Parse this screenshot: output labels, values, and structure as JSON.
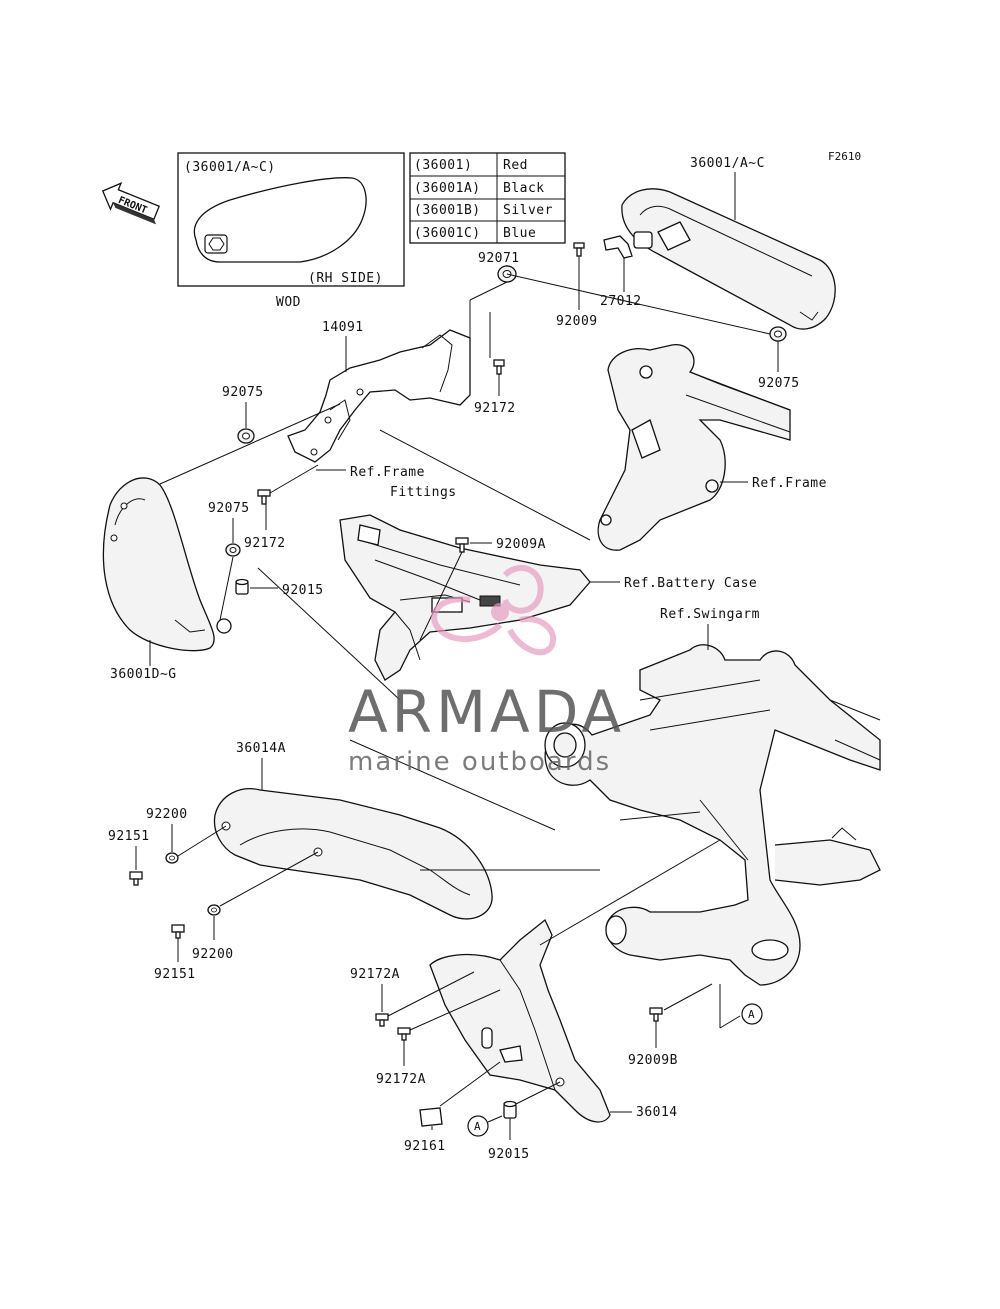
{
  "figure_code": "F2610",
  "front_arrow_label": "FRONT",
  "inset": {
    "part_ref": "(36001/A~C)",
    "side_note": "(RH SIDE)",
    "caption": "WOD"
  },
  "color_table": [
    {
      "code": "(36001)",
      "color": "Red"
    },
    {
      "code": "(36001A)",
      "color": "Black"
    },
    {
      "code": "(36001B)",
      "color": "Silver"
    },
    {
      "code": "(36001C)",
      "color": "Blue"
    }
  ],
  "labels": {
    "p36001_ac": "36001/A~C",
    "p92071": "92071",
    "p27012": "27012",
    "p92009": "92009",
    "p92075_right": "92075",
    "p14091": "14091",
    "p92075_left": "92075",
    "p92172_upper": "92172",
    "ref_frame_fittings_1": "Ref.Frame",
    "ref_frame_fittings_2": "Fittings",
    "ref_frame": "Ref.Frame",
    "p92075_lower": "92075",
    "p92172_lower": "92172",
    "p92009a": "92009A",
    "ref_battery_case": "Ref.Battery Case",
    "p92015_upper": "92015",
    "ref_swingarm": "Ref.Swingarm",
    "p36001_dg": "36001D~G",
    "p36014a": "36014A",
    "p92200_upper": "92200",
    "p92151_upper": "92151",
    "p92200_lower": "92200",
    "p92151_lower": "92151",
    "p92172a_upper": "92172A",
    "p92172a_lower": "92172A",
    "p92009b": "92009B",
    "ref_a_right": "A",
    "ref_a_left": "A",
    "p36014": "36014",
    "p92161": "92161",
    "p92015_lower": "92015"
  },
  "watermark": {
    "brand": "ARMADA",
    "tagline": "marine outboards"
  }
}
